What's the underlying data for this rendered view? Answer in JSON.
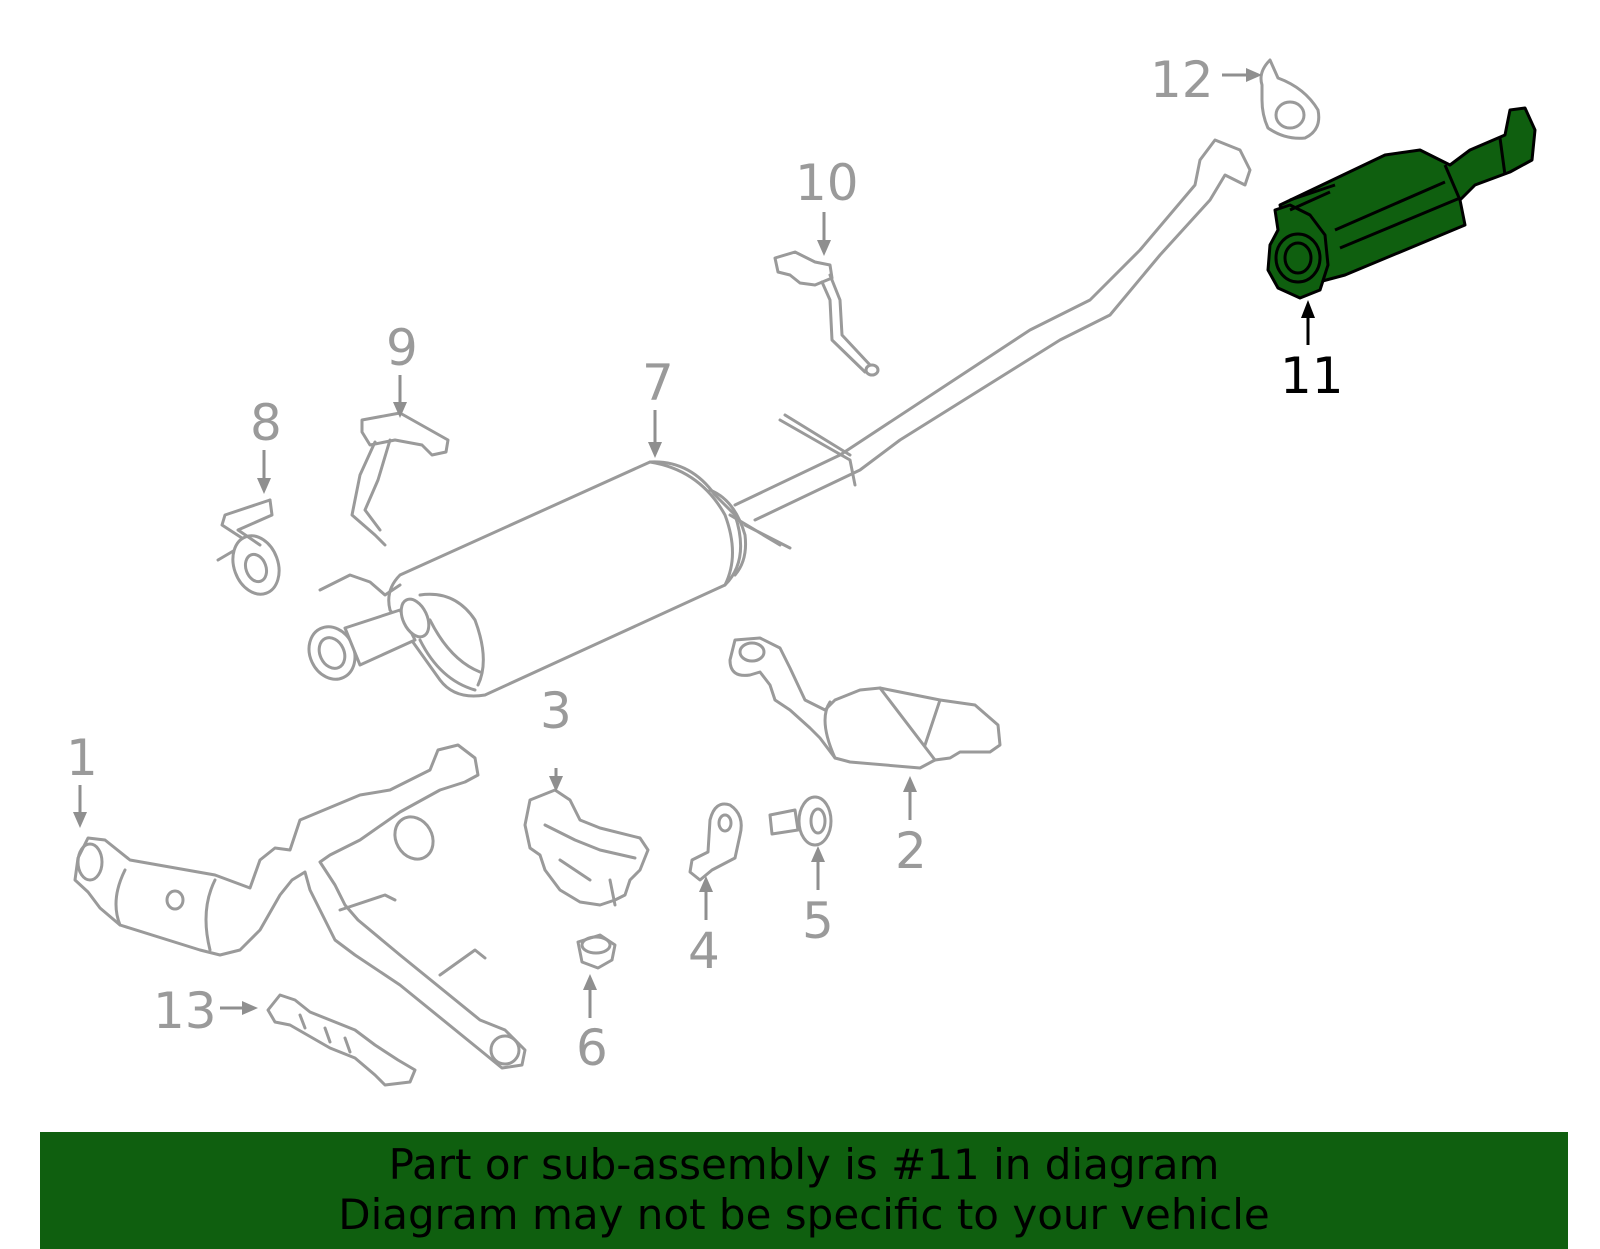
{
  "callouts": {
    "n1": "1",
    "n2": "2",
    "n3": "3",
    "n4": "4",
    "n5": "5",
    "n6": "6",
    "n7": "7",
    "n8": "8",
    "n9": "9",
    "n10": "10",
    "n11": "11",
    "n12": "12",
    "n13": "13"
  },
  "highlighted_part": "11",
  "colors": {
    "highlight": "#0f5f0f",
    "line": "#9a9a9a",
    "label_highlight": "#000000"
  },
  "banner": {
    "line1": "Part or sub-assembly is #11 in diagram",
    "line2": "Diagram may not be specific to your vehicle"
  }
}
